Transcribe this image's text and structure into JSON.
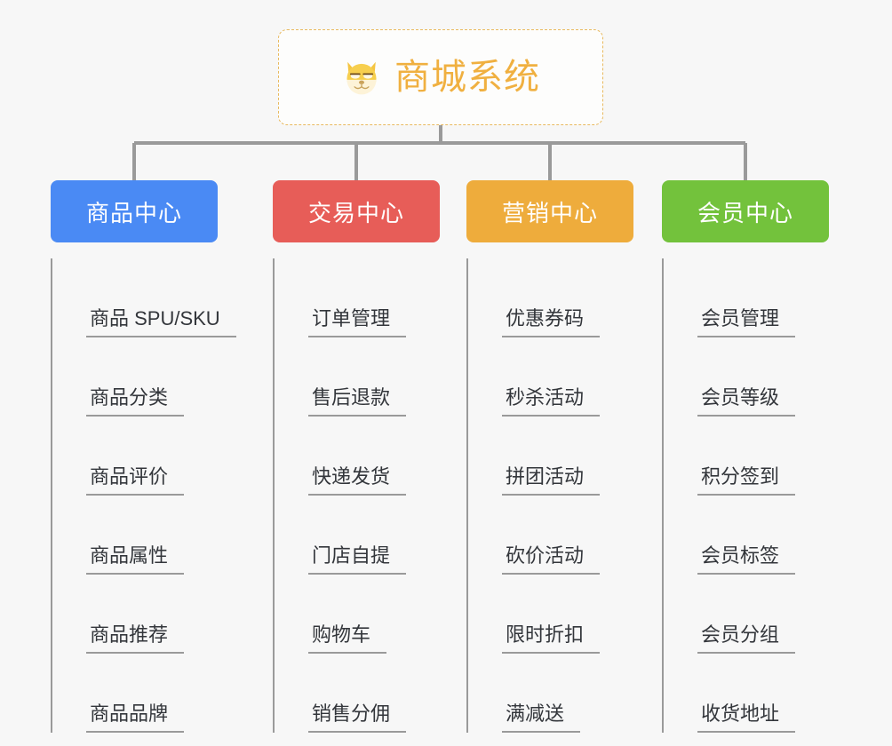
{
  "background_color": "#f7f7f7",
  "connector_color": "#9a9a9a",
  "root": {
    "icon": "shiba-dog-face-icon",
    "title": "商城系统",
    "title_color": "#f0b040",
    "border_color": "#e8b95e"
  },
  "columns": [
    {
      "id": "product-center",
      "title": "商品中心",
      "color": "#4a8af4",
      "items": [
        "商品 SPU/SKU",
        "商品分类",
        "商品评价",
        "商品属性",
        "商品推荐",
        "商品品牌"
      ]
    },
    {
      "id": "trade-center",
      "title": "交易中心",
      "color": "#e75d58",
      "items": [
        "订单管理",
        "售后退款",
        "快递发货",
        "门店自提",
        "购物车",
        "销售分佣"
      ]
    },
    {
      "id": "marketing-center",
      "title": "营销中心",
      "color": "#eeac3c",
      "items": [
        "优惠券码",
        "秒杀活动",
        "拼团活动",
        "砍价活动",
        "限时折扣",
        "满减送"
      ]
    },
    {
      "id": "member-center",
      "title": "会员中心",
      "color": "#73c23c",
      "items": [
        "会员管理",
        "会员等级",
        "积分签到",
        "会员标签",
        "会员分组",
        "收货地址"
      ]
    }
  ]
}
